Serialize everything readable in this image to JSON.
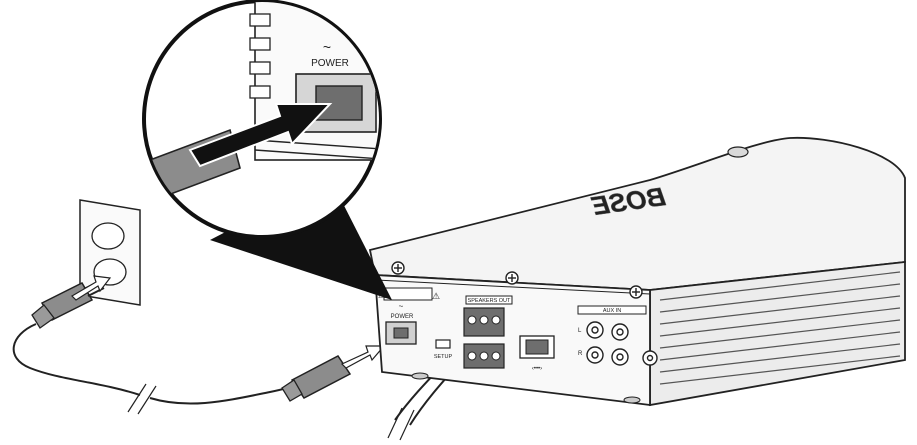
{
  "illustration": {
    "callout": {
      "power_symbol": "~",
      "power_label": "POWER"
    },
    "rear_panel": {
      "power_symbol": "~",
      "power_label": "POWER",
      "setup_label": "SETUP",
      "speakers_label": "SPEAKERS OUT",
      "aux_label": "AUX IN",
      "aux_left": "L",
      "aux_right": "R",
      "network_symbol": "‹•••›",
      "warning_symbol": "⚠"
    },
    "brand_mark": "BOSE"
  },
  "colors": {
    "line": "#222222",
    "body_light": "#f4f4f4",
    "body_mid": "#d9d9d9",
    "connector_dark": "#6e6e6e",
    "plug_gray": "#8c8c8c"
  }
}
